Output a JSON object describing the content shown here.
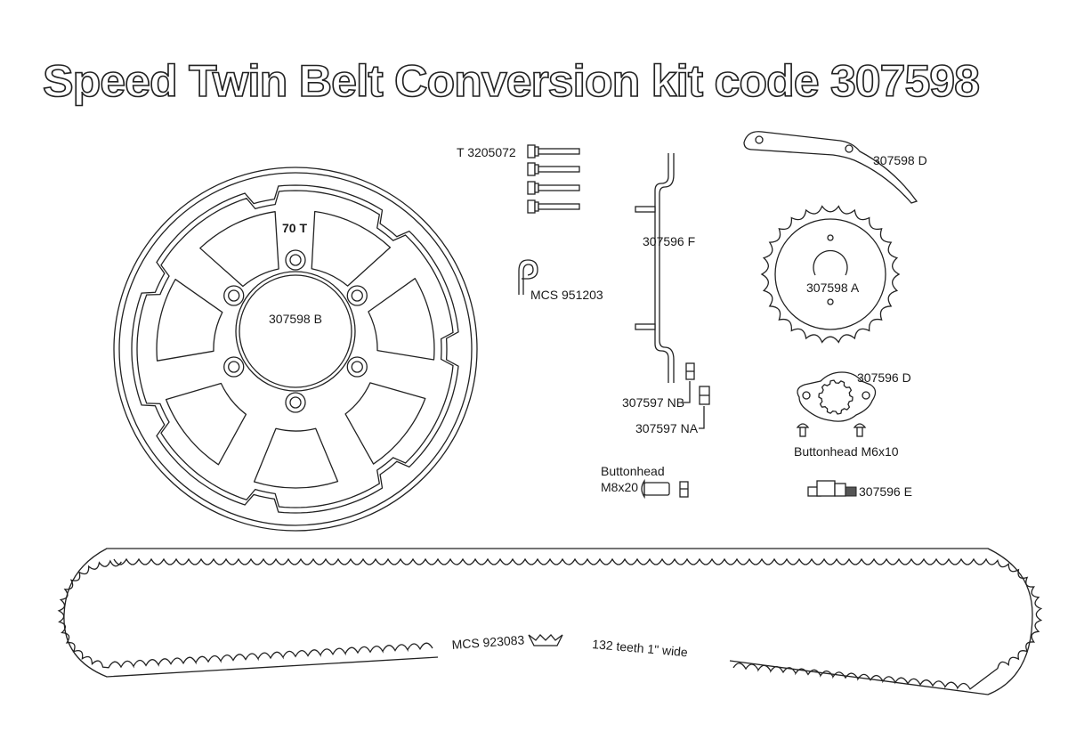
{
  "title": "Speed Twin  Belt Conversion kit   code 307598",
  "parts": {
    "rear_pulley": {
      "code": "307598 B",
      "teeth_mark": "70 T"
    },
    "bolts": {
      "code": "T 3205072"
    },
    "clip": {
      "code": "MCS 951203"
    },
    "bracket": {
      "code": "307596 F"
    },
    "spacer_nb": {
      "code": "307597 NB"
    },
    "spacer_na": {
      "code": "307597 NA"
    },
    "guard": {
      "code": "307598 D"
    },
    "front_pulley": {
      "code": "307598 A"
    },
    "plate": {
      "code": "307596 D"
    },
    "buttonhead_small": {
      "line1": "Buttonhead M6x10"
    },
    "buttonhead_large": {
      "line1": "Buttonhead",
      "line2": "M8x20"
    },
    "wrench": {
      "code": "307596 E"
    },
    "belt": {
      "code": "MCS 923083",
      "spec": "132 teeth 1\" wide"
    }
  },
  "colors": {
    "ink": "#222222",
    "background": "#ffffff"
  }
}
